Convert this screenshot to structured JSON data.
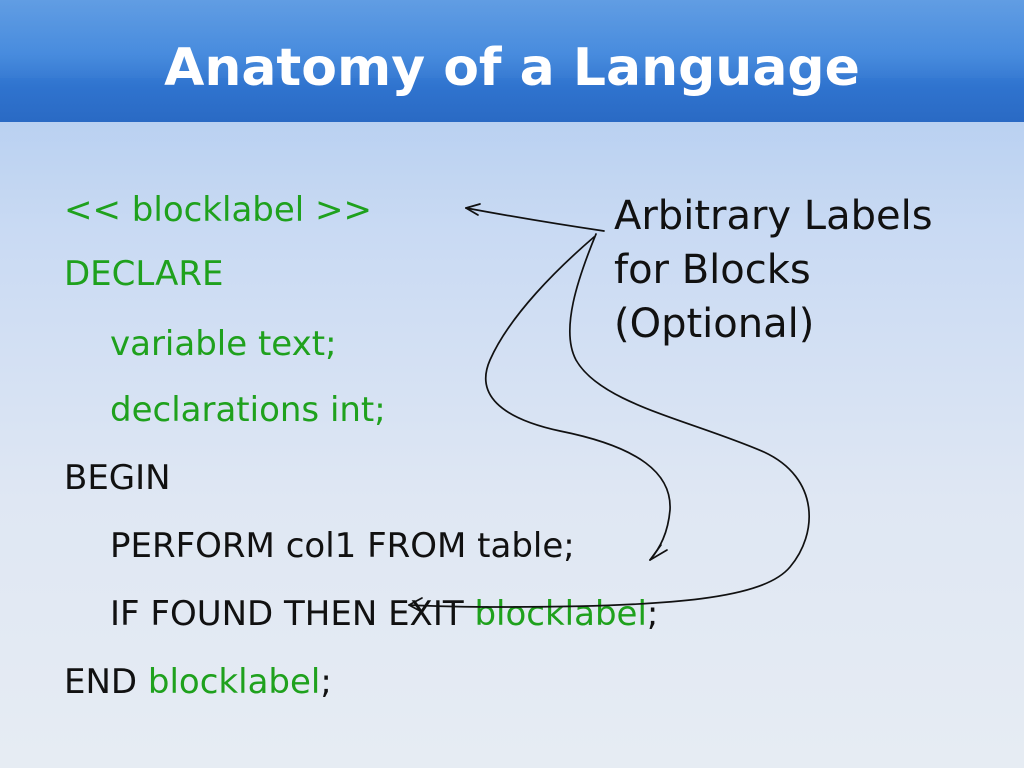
{
  "slide": {
    "title": "Anatomy of a Language",
    "annotation": "Arbitrary Labels for Blocks (Optional)",
    "code_lines": {
      "l1": "<< blocklabel >>",
      "l2": "DECLARE",
      "l3": "variable text;",
      "l4": "declarations int;",
      "l5": "BEGIN",
      "l6": "PERFORM col1 FROM table;",
      "l7_prefix": "IF FOUND THEN EXIT ",
      "l7_label": "blocklabel",
      "l7_suffix": ";",
      "l8_prefix": "END ",
      "l8_label": "blocklabel",
      "l8_suffix": ";"
    },
    "colors": {
      "header_blue": "#3f86dc",
      "code_green": "#1fa11d",
      "text_black": "#111111"
    },
    "icons": {
      "arrows": [
        "arrow-to-top-label-icon",
        "arrow-to-perform-icon",
        "arrow-to-if-label-icon"
      ]
    }
  }
}
